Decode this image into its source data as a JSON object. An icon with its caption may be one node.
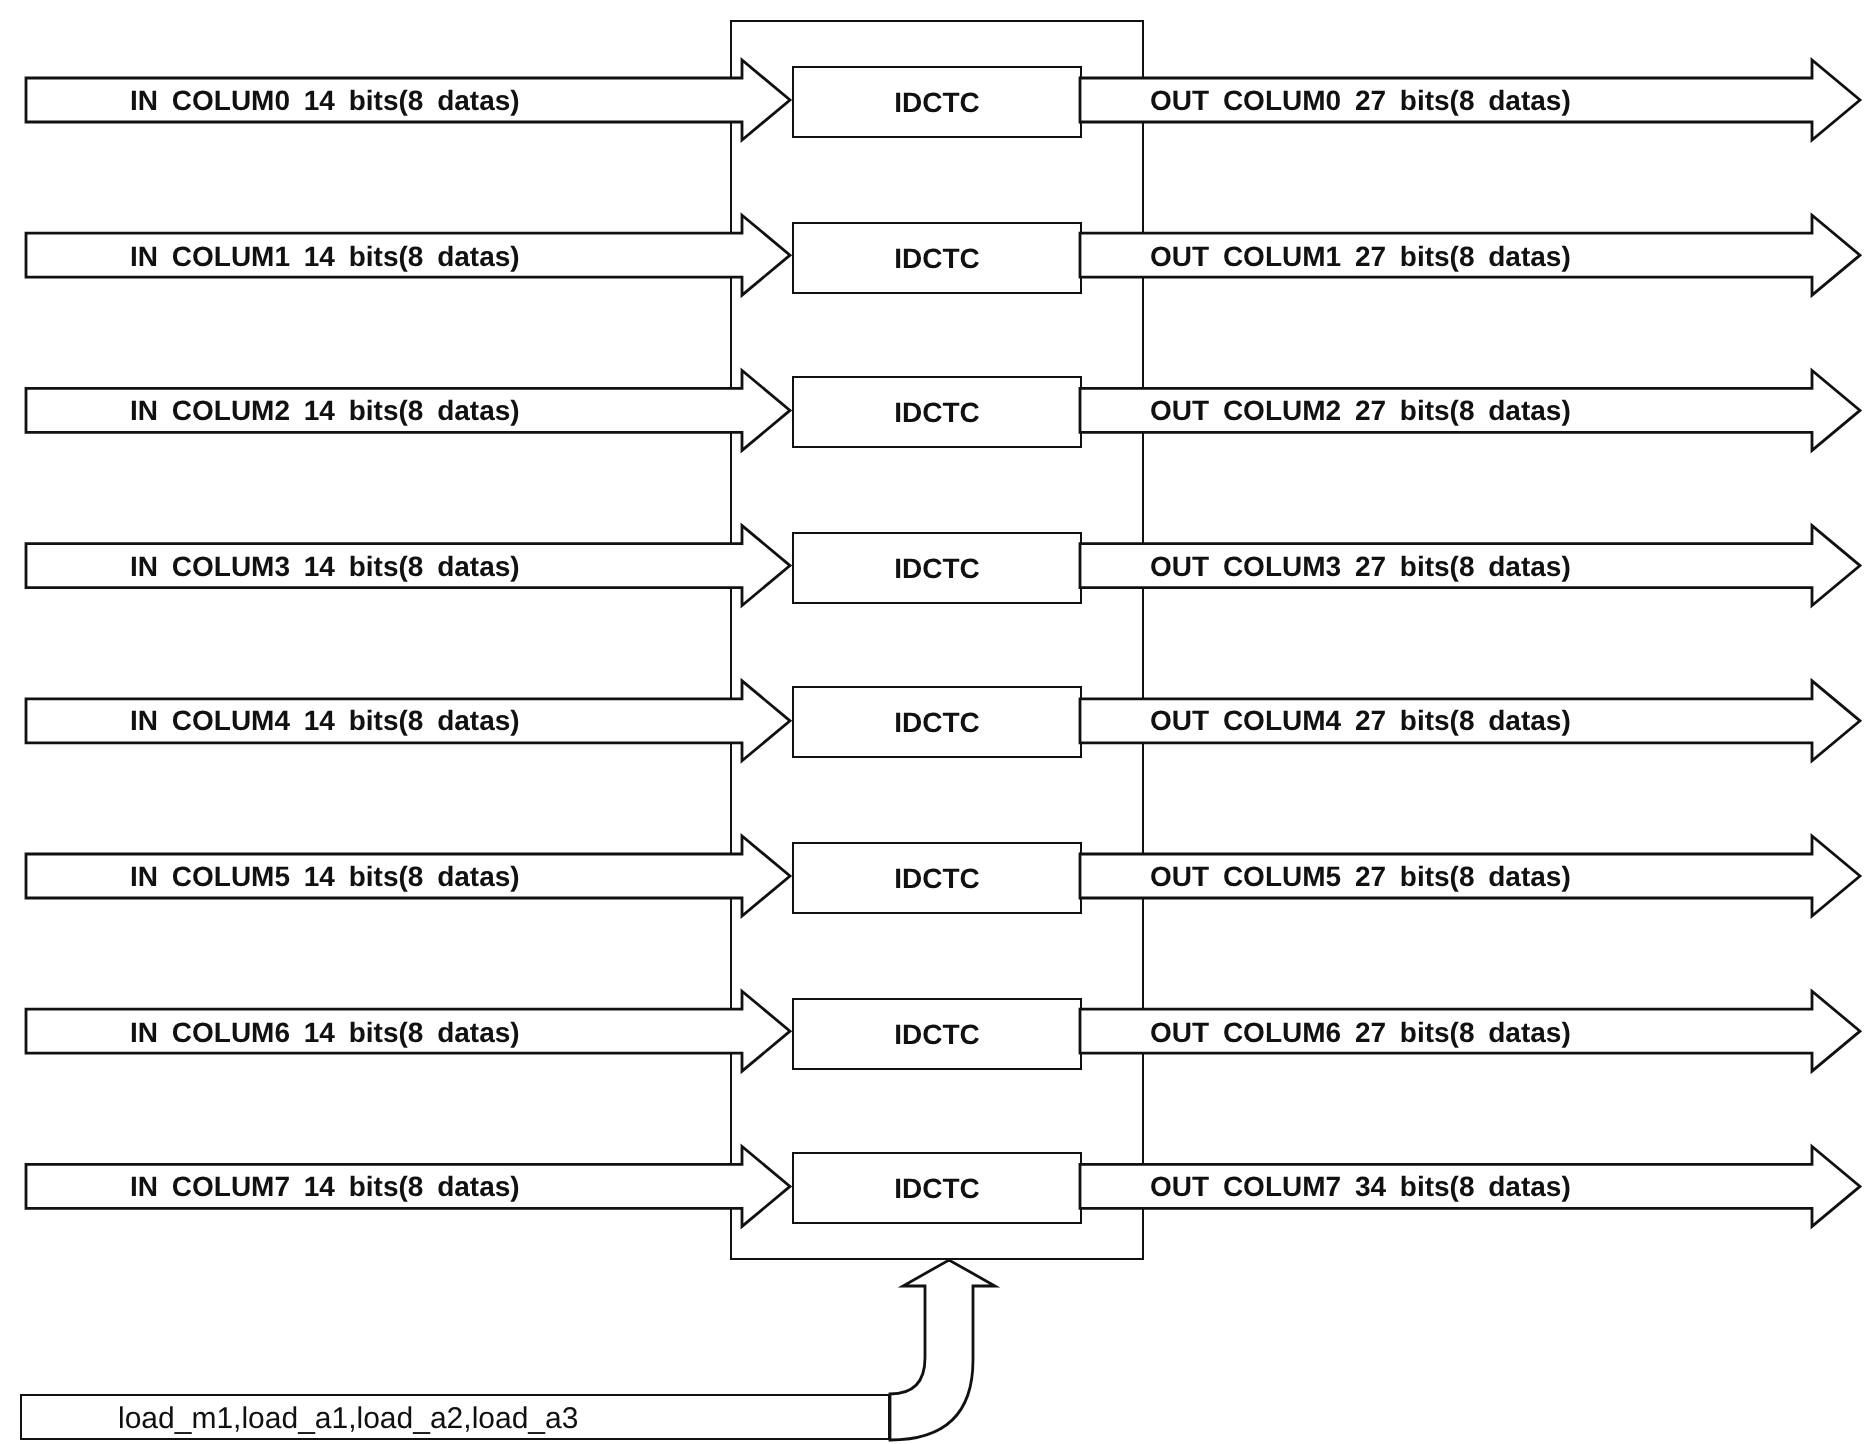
{
  "diagram": {
    "nodes": [
      {
        "text": [],
        "shape": "box"
      },
      {
        "text": [
          "IDCTC"
        ],
        "in": 0
      },
      {
        "text": [
          "IDCTC"
        ],
        "in": 0
      },
      {
        "text": [
          "IDCTC"
        ],
        "in": 0
      },
      {
        "text": [
          "IDCTC"
        ],
        "in": 0
      },
      {
        "text": [
          "IDCTC"
        ],
        "in": 0
      },
      {
        "text": [
          "IDCTC"
        ],
        "in": 0
      },
      {
        "text": [
          "IDCTC"
        ],
        "in": 0
      },
      {
        "text": [
          "IDCTC"
        ],
        "in": 0
      },
      {
        "text": [
          "load_m1,load_a1,load_a2,load_a3"
        ]
      }
    ],
    "edges": [
      {
        "from": null,
        "to": 1,
        "arrow": "to",
        "label": "IN COLUM0 14 bits(8 datas)"
      },
      {
        "from": 1,
        "to": null,
        "arrow": "to",
        "label": "OUT COLUM0 27 bits(8 datas)"
      },
      {
        "from": null,
        "to": 2,
        "arrow": "to",
        "label": "IN COLUM1 14 bits(8 datas)"
      },
      {
        "from": 2,
        "to": null,
        "arrow": "to",
        "label": "OUT COLUM1 27 bits(8 datas)"
      },
      {
        "from": null,
        "to": 3,
        "arrow": "to",
        "label": "IN COLUM2 14 bits(8 datas)"
      },
      {
        "from": 3,
        "to": null,
        "arrow": "to",
        "label": "OUT COLUM2 27 bits(8 datas)"
      },
      {
        "from": null,
        "to": 4,
        "arrow": "to",
        "label": "IN COLUM3 14 bits(8 datas)"
      },
      {
        "from": 4,
        "to": null,
        "arrow": "to",
        "label": "OUT COLUM3 27 bits(8 datas)"
      },
      {
        "from": null,
        "to": 5,
        "arrow": "to",
        "label": "IN COLUM4 14 bits(8 datas)"
      },
      {
        "from": 5,
        "to": null,
        "arrow": "to",
        "label": "OUT COLUM4 27 bits(8 datas)"
      },
      {
        "from": null,
        "to": 6,
        "arrow": "to",
        "label": "IN COLUM5 14 bits(8 datas)"
      },
      {
        "from": 6,
        "to": null,
        "arrow": "to",
        "label": "OUT COLUM5 27 bits(8 datas)"
      },
      {
        "from": null,
        "to": 7,
        "arrow": "to",
        "label": "IN COLUM6 14 bits(8 datas)"
      },
      {
        "from": 7,
        "to": null,
        "arrow": "to",
        "label": "OUT COLUM6 27 bits(8 datas)"
      },
      {
        "from": null,
        "to": 8,
        "arrow": "to",
        "label": "IN COLUM7 14 bits(8 datas)"
      },
      {
        "from": 8,
        "to": null,
        "arrow": "to",
        "label": "OUT COLUM7 34 bits(8 datas)"
      },
      {
        "from": 9,
        "to": 0,
        "arrow": "to"
      }
    ]
  }
}
